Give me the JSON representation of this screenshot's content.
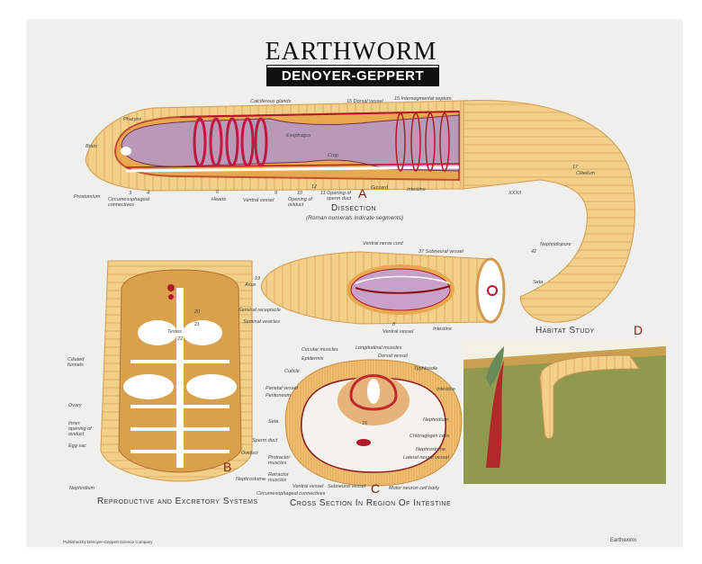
{
  "title": "EARTHWORM",
  "publisher_banner": "DENOYER-GEPPERT",
  "colors": {
    "body": "#f2d08a",
    "segment": "#e3b25e",
    "vessel": "#b01a2a",
    "intestine": "#b89ab8",
    "soil": "#8f9a4e",
    "background": "#efefeb"
  },
  "panel_a": {
    "letter": "A",
    "caption": "Dissection",
    "subcaption": "(Roman numerals indicate segments)",
    "labels": [
      "Calciferous glands",
      "15 Dorsal vessel",
      "15 Intersegmental septum",
      "Pharynx",
      "Brain",
      "Prostomium",
      "Circumesophageal connectives",
      "Hearts",
      "Ventral vessel",
      "Opening of oviduct",
      "Opening of sperm duct",
      "Gizzard",
      "Intestine",
      "Esophagus",
      "Crop",
      "Clitellum",
      "3",
      "4",
      "6",
      "9",
      "10",
      "11",
      "12",
      "17",
      "XXXII"
    ]
  },
  "panel_mid": {
    "labels": [
      "Ventral nerve cord",
      "37 Subneural vessel",
      "19",
      "Anus",
      "8",
      "Ventral vessel",
      "Intestine",
      "42",
      "Nephridiopore",
      "Seta"
    ]
  },
  "panel_b": {
    "letter": "B",
    "caption": "Reproductive and Excretory Systems",
    "labels": [
      "Seminal receptacle",
      "Seminal vesicles",
      "Testes",
      "Ciliated funnels",
      "Ovary",
      "Inner opening of oviduct",
      "Egg sac",
      "Sperm duct",
      "Oviduct",
      "Nephrostome",
      "Nephridium",
      "20",
      "21",
      "22"
    ]
  },
  "panel_c": {
    "letter": "C",
    "caption": "Cross Section In Region Of Intestine",
    "labels": [
      "Circular muscles",
      "Longitudinal muscles",
      "Epidermis",
      "Dorsal vessel",
      "Cuticle",
      "Typhlosole",
      "Parietal vessel",
      "Peritoneum",
      "Intestine",
      "Seta",
      "Nephridium",
      "Chloragogen cells",
      "Nephrostome",
      "Lateral neural vessel",
      "Protractor muscles",
      "Retractor muscles",
      "Ventral vessel",
      "Circumesophageal connectives",
      "Subneural vessel",
      "Motor neuron cell body",
      "16"
    ]
  },
  "panel_d": {
    "letter": "D",
    "caption": "Habitat Study"
  },
  "footer": {
    "publisher": "Published by Denoyer-Geppert Science Company",
    "chart_name": "Earthworm"
  }
}
